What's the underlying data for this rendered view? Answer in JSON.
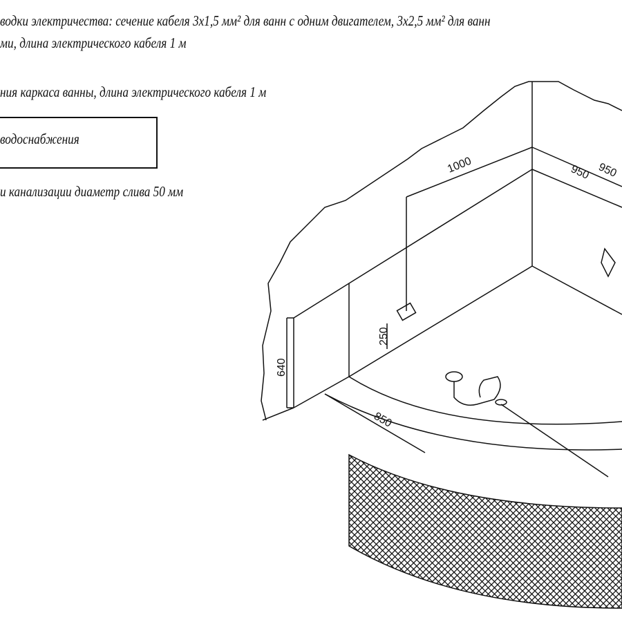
{
  "notes": {
    "line1": "водки электричества: сечение кабеля 3х1,5 мм² для ванн с одним двигателем, 3х2,5 мм² для ванн",
    "line2": "ми, длина электрического кабеля 1 м",
    "line3": "ния каркаса ванны, длина электрического кабеля 1 м",
    "boxed": "водоснабжения",
    "line4": "и канализации диаметр слива 50 мм"
  },
  "dimensions": {
    "d1000": "1000",
    "d950a": "950",
    "d950b": "950",
    "d640": "640",
    "d250": "250",
    "d850": "850"
  }
}
